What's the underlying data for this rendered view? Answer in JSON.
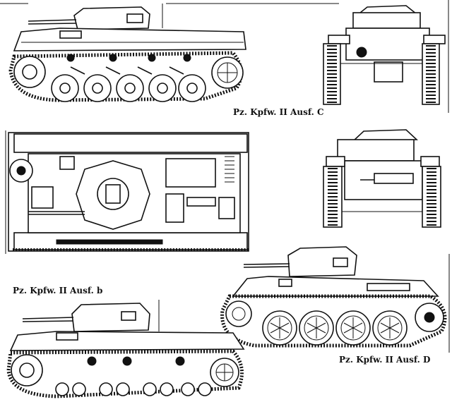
{
  "captions": {
    "ausf_c": "Pz. Kpfw. II  Ausf. C",
    "ausf_b": "Pz. Kpfw. II  Ausf. b",
    "ausf_d": "Pz. Kpfw. II Ausf. D"
  },
  "colors": {
    "ink": "#111111",
    "paper": "#ffffff"
  }
}
